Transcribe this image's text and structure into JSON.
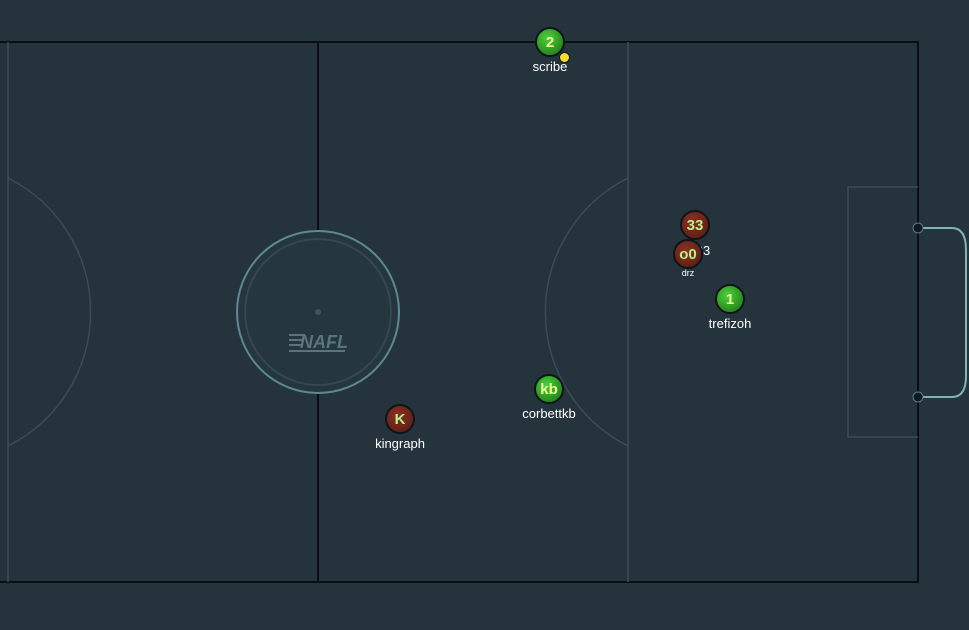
{
  "field": {
    "logo_text": "NAFL",
    "colors": {
      "background": "#24333c",
      "lines": "#0a0f12",
      "faint_lines": "#3a4c57",
      "center_circle": "#5d8a90",
      "goal": "#7fb3b6"
    }
  },
  "players": [
    {
      "id": "scribe",
      "number": "2",
      "name": "scribe",
      "team": "green",
      "has_ball": true
    },
    {
      "id": "33",
      "number": "33",
      "name": "33",
      "team": "red",
      "has_ball": false
    },
    {
      "id": "drz",
      "number": "o0",
      "name": "drz",
      "team": "red",
      "has_ball": false
    },
    {
      "id": "trefizoh",
      "number": "1",
      "name": "trefizoh",
      "team": "green",
      "has_ball": false
    },
    {
      "id": "corbettkb",
      "number": "kb",
      "name": "corbettkb",
      "team": "green",
      "has_ball": false
    },
    {
      "id": "kingraph",
      "number": "K",
      "name": "kingraph",
      "team": "red",
      "has_ball": false
    }
  ]
}
